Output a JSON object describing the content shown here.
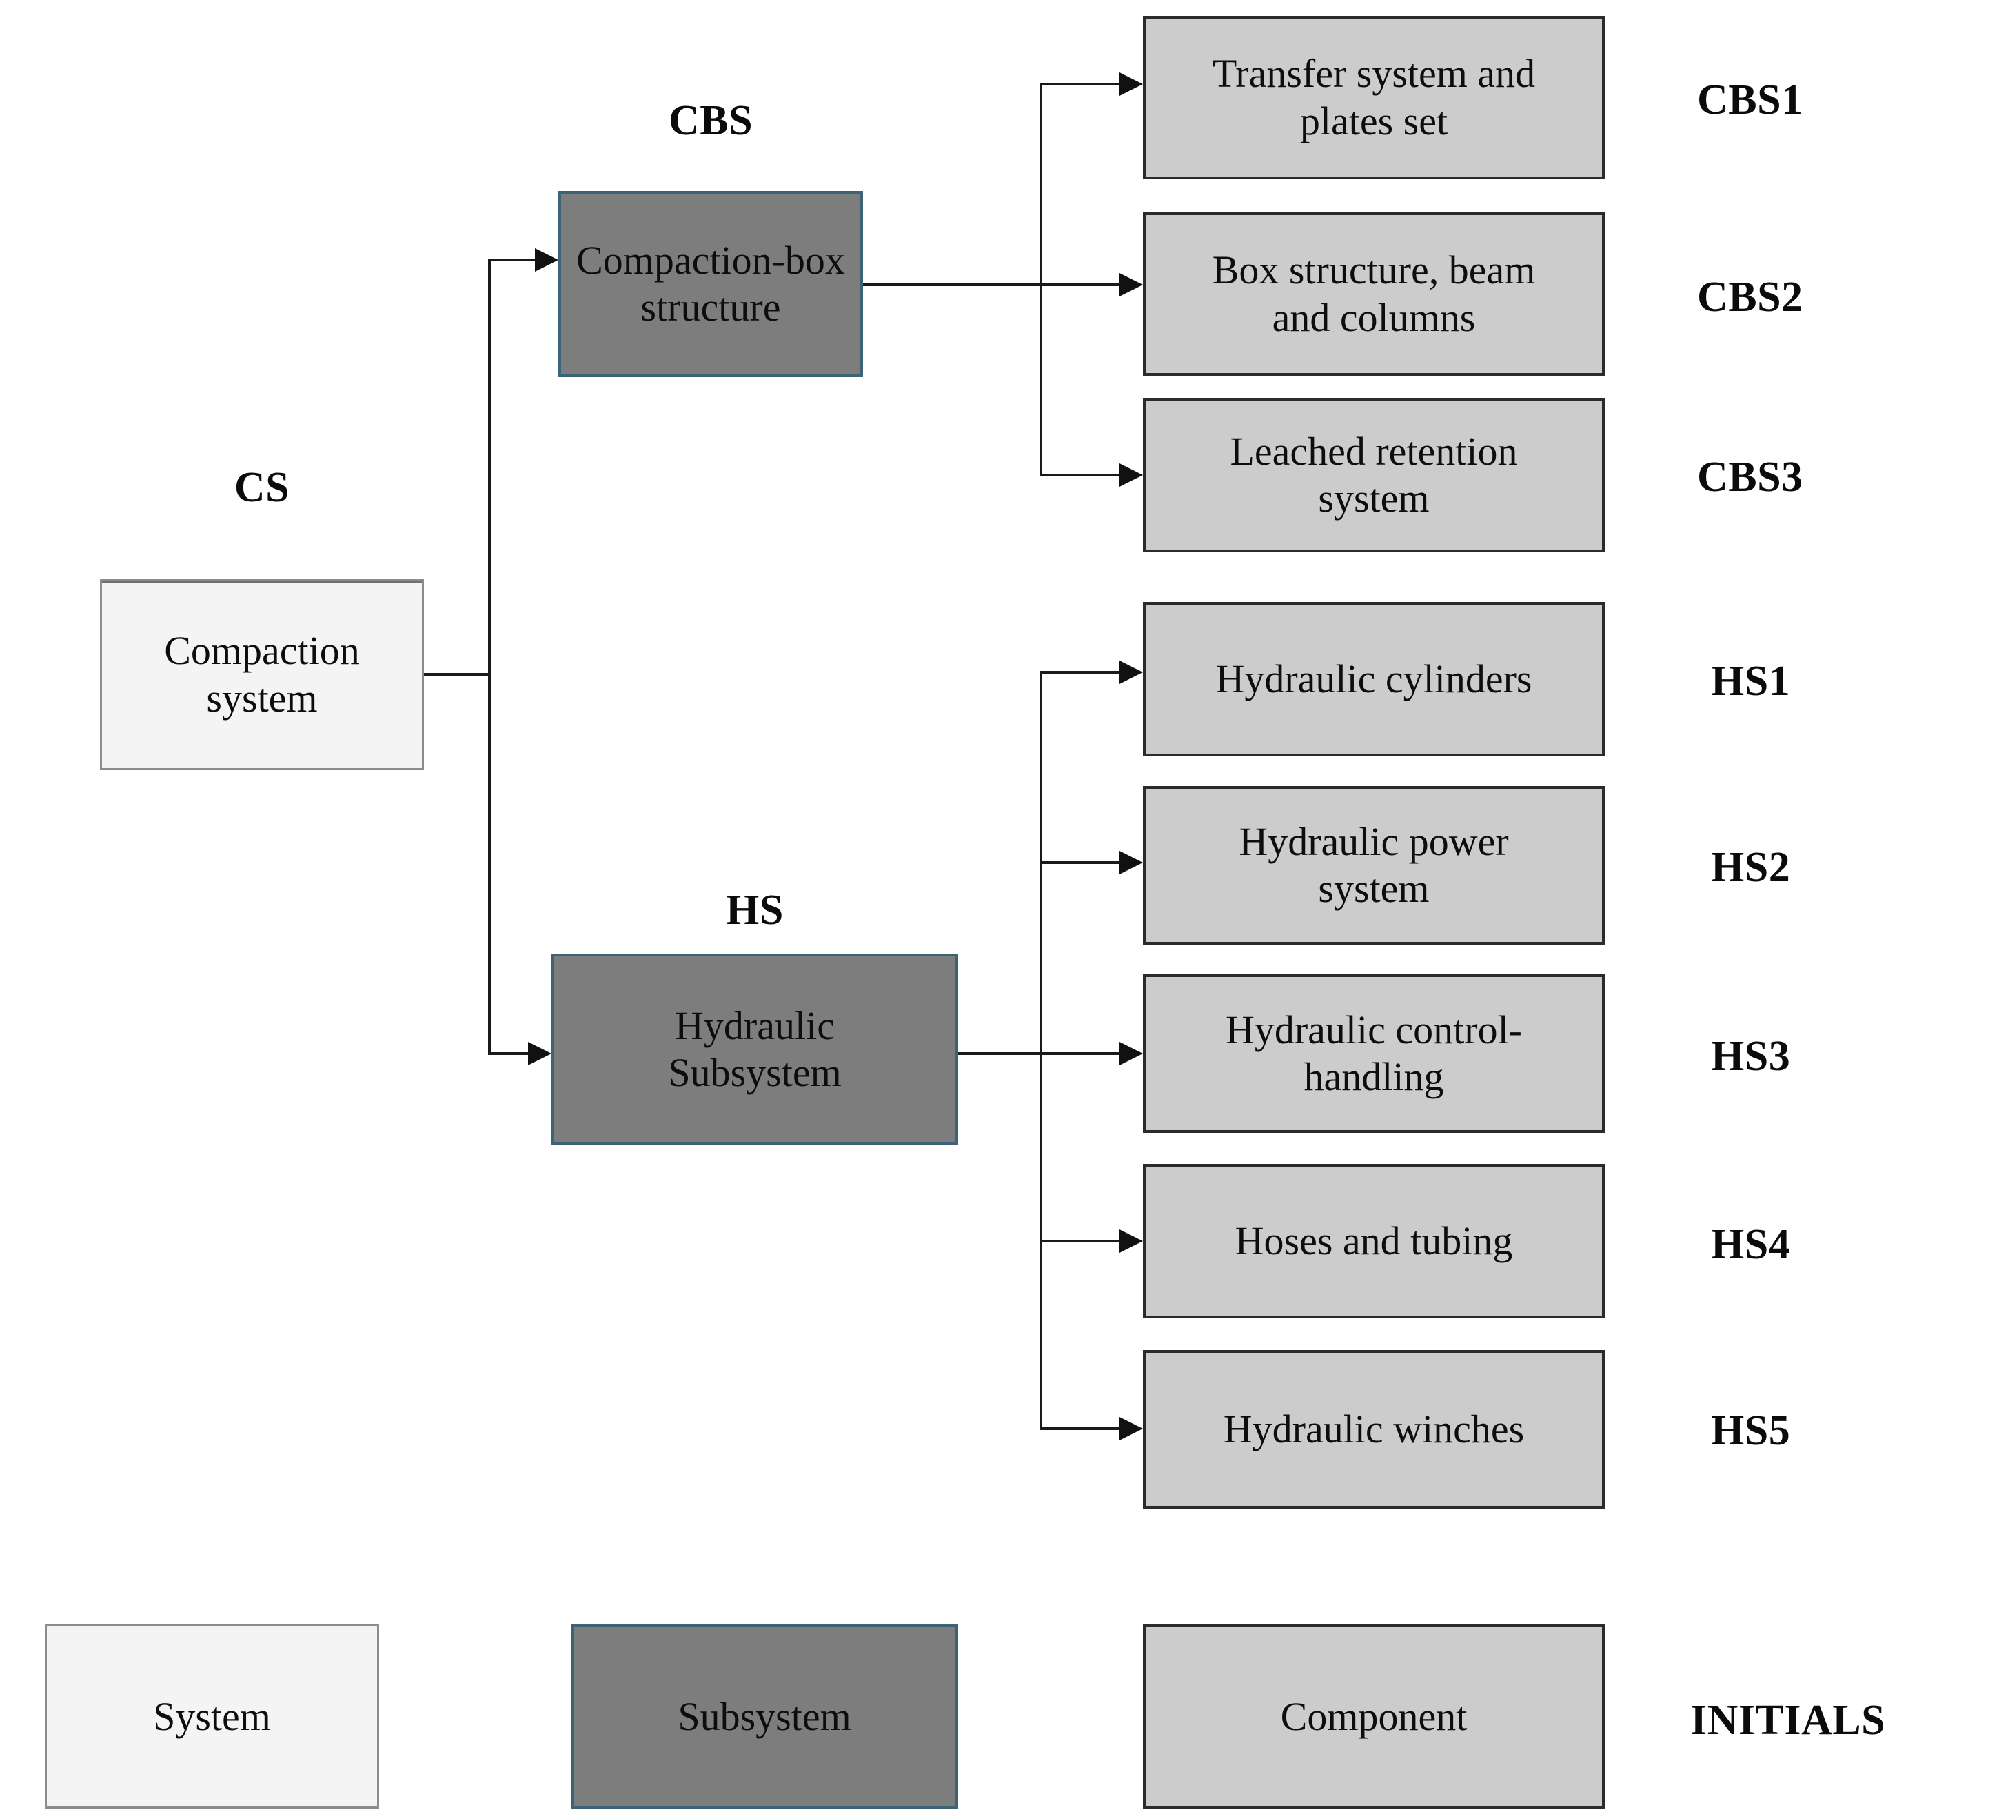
{
  "diagram": {
    "title_captions": {
      "cs": "CS",
      "cbs": "CBS",
      "hs": "HS"
    },
    "system": {
      "label": "Compaction\nsystem",
      "initial": "CS",
      "fill": "#f4f4f4",
      "border": "#8c8c8c"
    },
    "subsystems": [
      {
        "code": "CBS",
        "label": "Compaction-box\nstructure",
        "fill": "#7d7d7d",
        "border": "#3d6379"
      },
      {
        "code": "HS",
        "label": "Hydraulic\nSubsystem",
        "fill": "#7d7d7d",
        "border": "#3d6379"
      }
    ],
    "components": [
      {
        "initial": "CBS1",
        "label": "Transfer system and\nplates set"
      },
      {
        "initial": "CBS2",
        "label": "Box structure, beam\nand columns"
      },
      {
        "initial": "CBS3",
        "label": "Leached retention\nsystem"
      },
      {
        "initial": "HS1",
        "label": "Hydraulic cylinders"
      },
      {
        "initial": "HS2",
        "label": "Hydraulic power\nsystem"
      },
      {
        "initial": "HS3",
        "label": "Hydraulic control-\nhandling"
      },
      {
        "initial": "HS4",
        "label": "Hoses and tubing"
      },
      {
        "initial": "HS5",
        "label": "Hydraulic winches"
      }
    ],
    "legend": {
      "system_label": "System",
      "subsystem_label": "Subsystem",
      "component_label": "Component",
      "initials_label": "INITIALS"
    },
    "colors": {
      "component_fill": "#cccccc",
      "component_border": "#2b2b2b",
      "subsystem_fill": "#7d7d7d",
      "subsystem_border": "#3d6379",
      "system_fill": "#f4f4f4",
      "system_border": "#8c8c8c",
      "connector": "#1a1a1a"
    }
  }
}
